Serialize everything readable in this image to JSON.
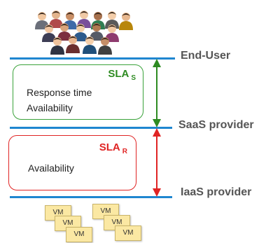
{
  "layers": {
    "end_user": "End-User",
    "saas": "SaaS provider",
    "iaas": "IaaS provider"
  },
  "sla_s": {
    "title": "SLA",
    "subscript": "S",
    "metrics": [
      "Response time",
      "Availability"
    ],
    "color": "#2e8b22"
  },
  "sla_r": {
    "title": "SLA",
    "subscript": "R",
    "metrics": [
      "Availability"
    ],
    "color": "#e02424"
  },
  "vms": {
    "label": "VM",
    "color": "#fbe8a3"
  },
  "colors": {
    "layer_line": "#1f86d0",
    "label_text": "#555555"
  },
  "icons": [
    "people-group-icon",
    "green-double-arrow-icon",
    "red-double-arrow-icon",
    "vm-stack-icon"
  ]
}
